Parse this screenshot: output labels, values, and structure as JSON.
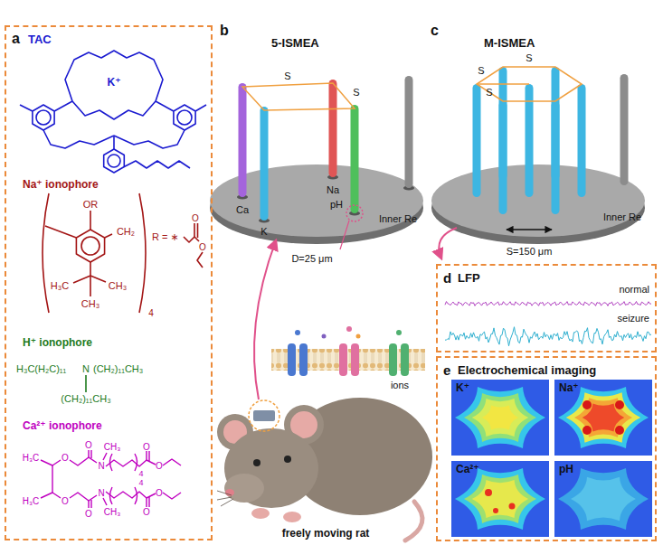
{
  "diagram": {
    "nodes": [
      {
        "text": [
          "a",
          "TAC",
          "Na⁺ ionophore",
          "H⁺ ionophore",
          "Ca²⁺ ionophore"
        ]
      },
      {
        "text": [
          "d",
          "LFP",
          "normal",
          "seizure"
        ]
      },
      {
        "text": [
          "e",
          "Electrochemical imaging"
        ]
      },
      {
        "text": [
          "K⁺"
        ],
        "in": 2
      },
      {
        "text": [
          "Na⁺"
        ],
        "in": 2
      },
      {
        "text": [
          "Ca²⁺"
        ],
        "in": 2
      },
      {
        "text": [
          "pH"
        ],
        "in": 2
      }
    ],
    "labels": [
      "K⁺",
      "OR",
      "CH₂",
      "H₃C",
      "CH₃",
      "CH₃",
      "4",
      "R = ∗",
      "O",
      "O",
      "H₃C(H₂C)₁₁",
      "N",
      "(CH₂)₁₁CH₃",
      "(CH₂)₁₁CH₃",
      "H₃C",
      "O",
      "O",
      "N",
      "CH₃",
      "4",
      "O",
      "O",
      "H₃C",
      "O",
      "O",
      "N",
      "CH₃",
      "4",
      "O",
      "O",
      "b",
      "5-ISMEA",
      "S",
      "S",
      "Ca",
      "K",
      "Na",
      "pH",
      "Inner Re",
      "D=25 μm",
      "c",
      "M-ISMEA",
      "S",
      "S",
      "S",
      "Inner Re",
      "S=150 μm",
      "ions",
      "freely moving rat"
    ]
  }
}
